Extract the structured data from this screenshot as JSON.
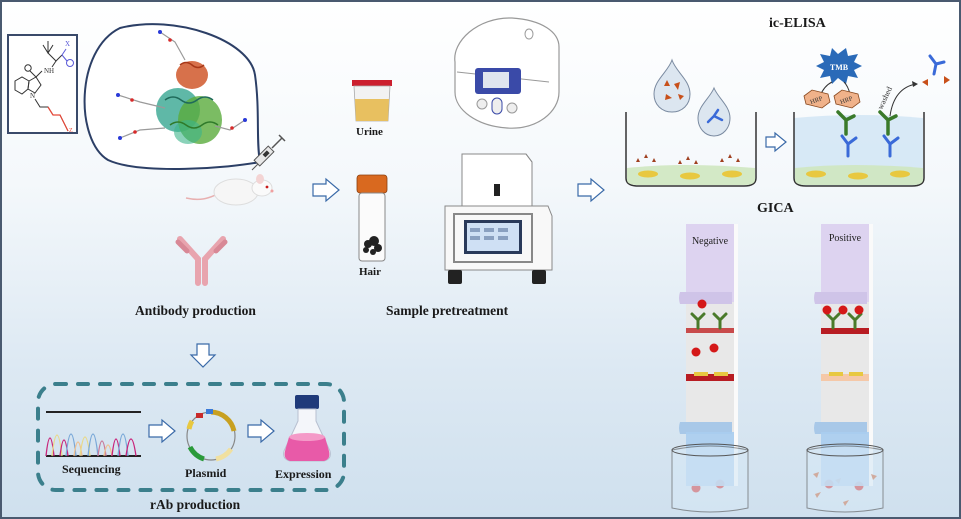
{
  "title": "Workflow from antibody production to ic-ELISA and GICA detection",
  "sections": {
    "antibody": {
      "label": "Antibody production",
      "hapten_label": "X",
      "hapten_label2": "Z",
      "hapten_nh": "NH",
      "hapten_o": "O",
      "hapten_n": "N"
    },
    "rab": {
      "label": "rAb production",
      "steps": [
        "Sequencing",
        "Plasmid",
        "Expression"
      ]
    },
    "sample": {
      "label": "Sample pretreatment",
      "items": [
        "Urine",
        "Hair"
      ]
    },
    "elisa": {
      "label": "ic-ELISA",
      "tmb": "TMB",
      "hrp": "HRP",
      "washed": "washed"
    },
    "gica": {
      "label": "GICA",
      "strips": [
        "Negative",
        "Positive"
      ]
    }
  },
  "colors": {
    "frame": "#4a5a70",
    "arrow_outline": "#3a6aa8",
    "dash_box": "#3b7f8c",
    "antibody_pink": "#e8a4ae",
    "urine_yellow": "#e8c060",
    "urine_cap": "#cc1f2e",
    "hair_cap": "#d9691f",
    "flask_pink": "#e85aa8",
    "flask_cap": "#1f3a7a",
    "tmb_blue": "#2a6ab8",
    "hrp_orange": "#f0b28a",
    "gold_red": "#d41818",
    "test_line": "#b81c22",
    "strip_purple": "#ddd3f0",
    "strip_blue": "#a8cdf0"
  }
}
